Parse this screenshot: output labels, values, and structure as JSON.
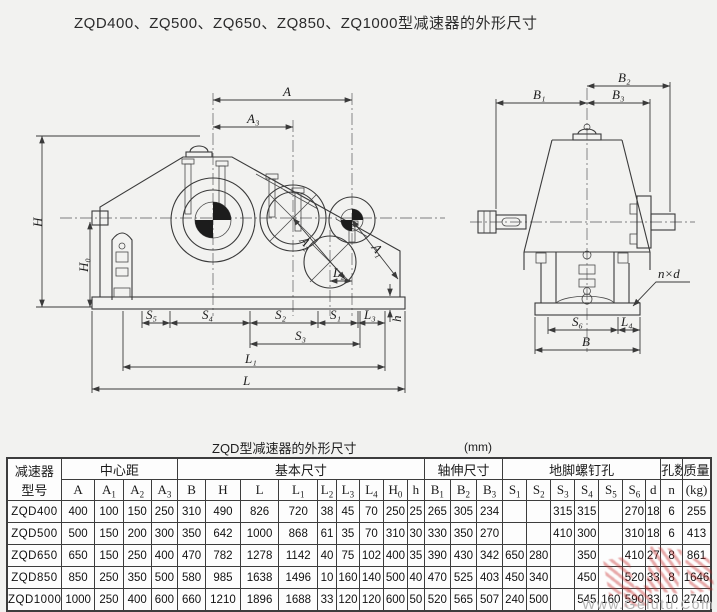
{
  "title": "ZQD400、ZQ500、ZQ650、ZQ850、ZQ1000型减速器的外形尺寸",
  "table": {
    "caption": "ZQD型减速器的外形尺寸",
    "unit": "(mm)",
    "model_header": {
      "line1": "减速器",
      "line2": "型号"
    },
    "groups": [
      {
        "label": "中心距",
        "span": 4
      },
      {
        "label": "基本尺寸",
        "span": 9
      },
      {
        "label": "轴伸尺寸",
        "span": 3
      },
      {
        "label": "地脚螺钉孔",
        "span": 7
      },
      {
        "label": "孔数",
        "span": 1,
        "sub": "n"
      },
      {
        "label": "质量",
        "span": 1,
        "sub": "(kg)"
      }
    ],
    "columns": [
      "A",
      "A_1",
      "A_2",
      "A_3",
      "B",
      "H",
      "L",
      "L_1",
      "L_2",
      "L_3",
      "L_4",
      "H_0",
      "h",
      "B_1",
      "B_2",
      "B_3",
      "S_1",
      "S_2",
      "S_3",
      "S_4",
      "S_5",
      "S_6",
      "d"
    ],
    "rows": [
      {
        "model": "ZQD400",
        "values": [
          "400",
          "100",
          "150",
          "250",
          "310",
          "490",
          "826",
          "720",
          "38",
          "45",
          "70",
          "250",
          "25",
          "265",
          "305",
          "234",
          "",
          "",
          "315",
          "315",
          "",
          "270",
          "18",
          "6",
          "255"
        ]
      },
      {
        "model": "ZQD500",
        "values": [
          "500",
          "150",
          "200",
          "300",
          "350",
          "642",
          "1000",
          "868",
          "61",
          "35",
          "70",
          "310",
          "30",
          "330",
          "350",
          "270",
          "",
          "",
          "410",
          "300",
          "",
          "310",
          "18",
          "6",
          "413"
        ]
      },
      {
        "model": "ZQD650",
        "values": [
          "650",
          "150",
          "250",
          "400",
          "470",
          "782",
          "1278",
          "1142",
          "40",
          "75",
          "102",
          "400",
          "35",
          "390",
          "430",
          "342",
          "650",
          "280",
          "",
          "350",
          "",
          "410",
          "27",
          "8",
          "861"
        ]
      },
      {
        "model": "ZQD850",
        "values": [
          "850",
          "250",
          "350",
          "500",
          "580",
          "985",
          "1638",
          "1496",
          "10",
          "160",
          "140",
          "500",
          "40",
          "470",
          "525",
          "403",
          "450",
          "340",
          "",
          "450",
          "",
          "520",
          "33",
          "8",
          "1646"
        ]
      },
      {
        "model": "ZQD1000",
        "values": [
          "1000",
          "250",
          "400",
          "600",
          "660",
          "1210",
          "1896",
          "1688",
          "33",
          "120",
          "120",
          "600",
          "50",
          "520",
          "565",
          "507",
          "240",
          "500",
          "",
          "545",
          "160",
          "590",
          "33",
          "10",
          "2740"
        ]
      }
    ]
  },
  "drawing": {
    "left": {
      "dims": {
        "A": "A",
        "A3": "A₃",
        "H": "H",
        "H0": "H₀",
        "A2": "A₂",
        "A1": "A₁",
        "L2": "L₂",
        "S5": "S₅",
        "S4": "S₄",
        "S2": "S₂",
        "S1": "S₁",
        "L3": "L₃",
        "h": "h",
        "S3": "S₃",
        "L1": "L₁",
        "L": "L"
      }
    },
    "right": {
      "dims": {
        "B1": "B₁",
        "B2": "B₂",
        "B3": "B₃",
        "nxd": "n×d",
        "S6": "S₆",
        "L4": "L₄",
        "B": "B"
      }
    }
  },
  "watermark": {
    "site": "Www.Gelutu.Com"
  }
}
